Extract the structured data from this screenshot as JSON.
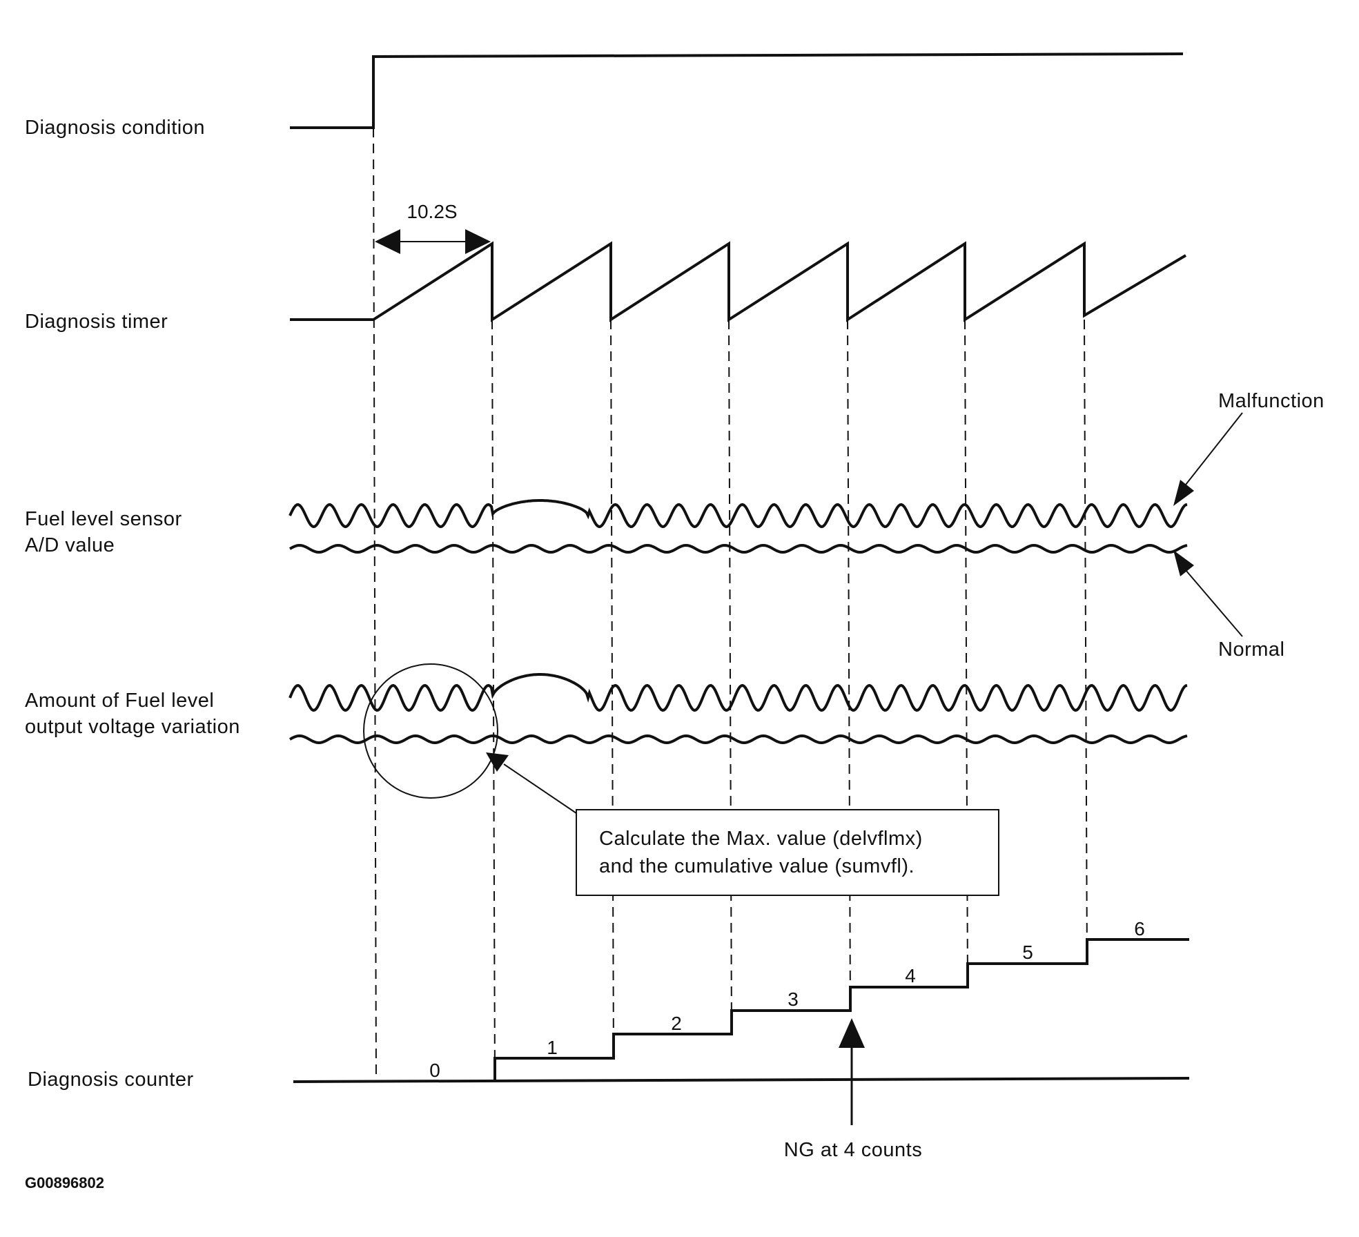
{
  "signals": {
    "diagnosis_condition": "Diagnosis condition",
    "diagnosis_timer": "Diagnosis timer",
    "fuel_sensor_line1": "Fuel level sensor",
    "fuel_sensor_line2": "A/D value",
    "voltage_variation_line1": "Amount of Fuel level",
    "voltage_variation_line2": "output voltage variation",
    "diagnosis_counter": "Diagnosis counter"
  },
  "timer_period": "10.2S",
  "legend": {
    "malfunction": "Malfunction",
    "normal": "Normal"
  },
  "callout": {
    "line1": "Calculate the Max. value (delvflmx)",
    "line2": "and the cumulative value (sumvfl)."
  },
  "counter_values": [
    "0",
    "1",
    "2",
    "3",
    "4",
    "5",
    "6"
  ],
  "ng_note": "NG at 4 counts",
  "figure_id": "G00896802"
}
